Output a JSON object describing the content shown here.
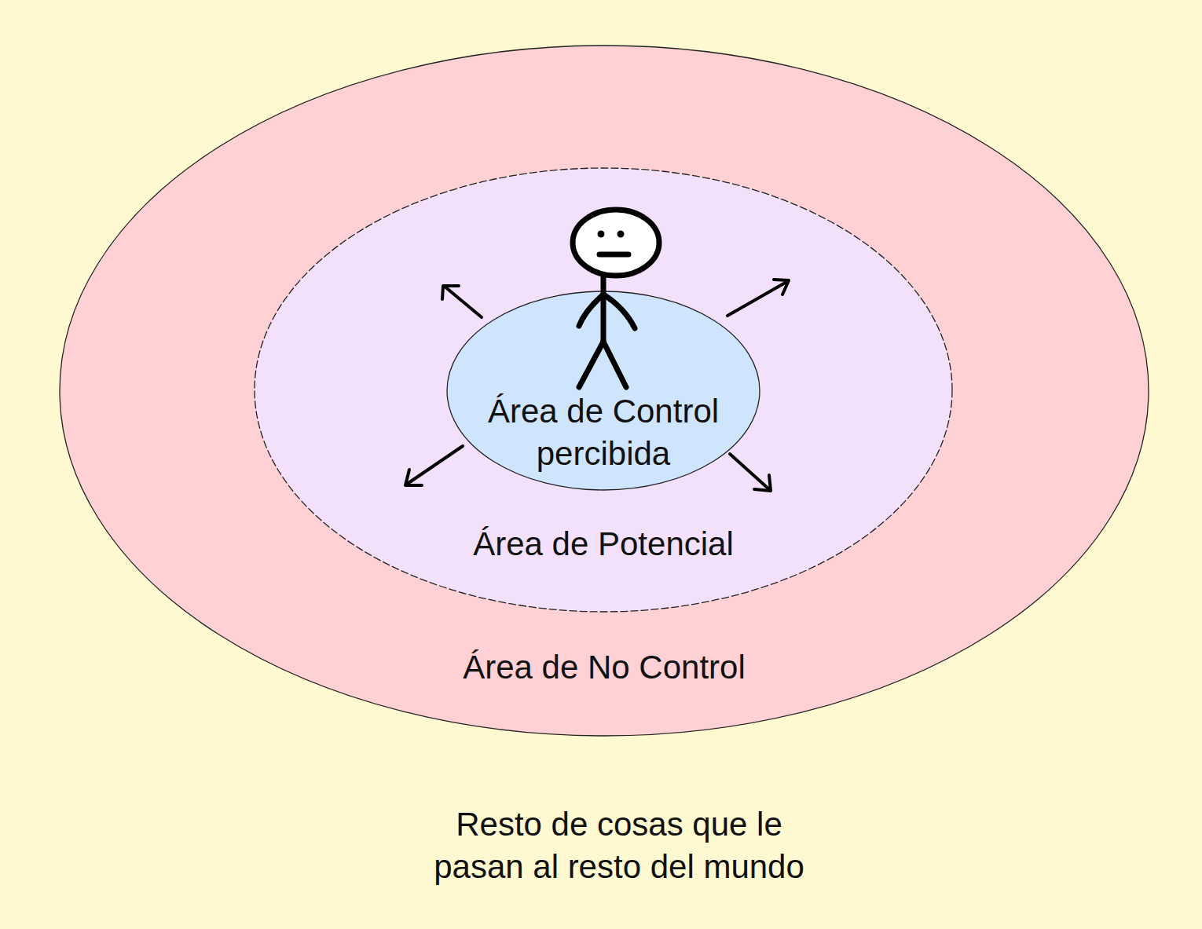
{
  "diagram": {
    "nodes": [
      {
        "text": [
          "Área de No Control"
        ]
      },
      {
        "text": [
          "Área de Potencial"
        ],
        "in": 0
      },
      {
        "text": [
          "Área de Control percibida"
        ],
        "in": 1
      }
    ],
    "labels": [
      "Resto de cosas que le pasan al resto del mundo"
    ]
  }
}
